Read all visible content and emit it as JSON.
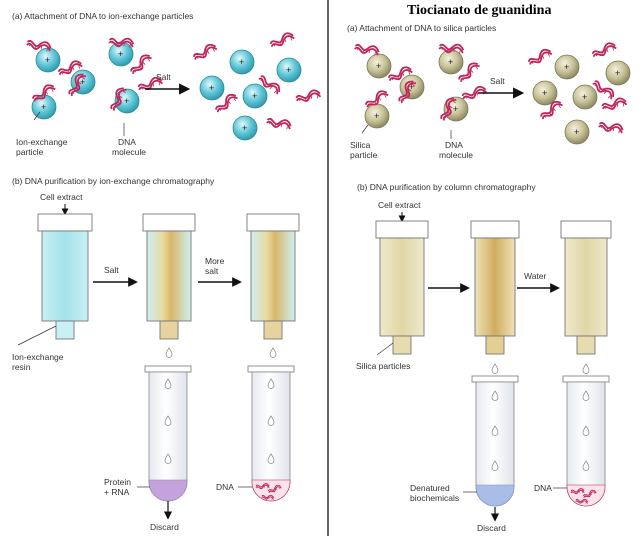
{
  "header": {
    "right_title": "Tiocianato de guanidina"
  },
  "left": {
    "panel_a": {
      "title": "(a) Attachment of DNA to ion-exchange particles",
      "arrow_label": "Salt",
      "particle_label_1": "Ion-exchange",
      "particle_label_2": "particle",
      "dna_label_1": "DNA",
      "dna_label_2": "molecule",
      "particle_sign": "+"
    },
    "panel_b": {
      "title": "(b) DNA purification by ion-exchange chromatography",
      "cell_extract": "Cell extract",
      "arrow1_label": "Salt",
      "arrow2_label_1": "More",
      "arrow2_label_2": "salt",
      "resin_label_1": "Ion-exchange",
      "resin_label_2": "resin",
      "protein_label_1": "Protein",
      "protein_label_2": "+ RNA",
      "dna_label": "DNA",
      "discard_label": "Discard"
    }
  },
  "right": {
    "panel_a": {
      "title": "(a) Attachment of DNA to silica particles",
      "arrow_label": "Salt",
      "particle_label_1": "Silica",
      "particle_label_2": "particle",
      "dna_label_1": "DNA",
      "dna_label_2": "molecule",
      "particle_sign": "+"
    },
    "panel_b": {
      "title": "(b) DNA purification by column chromatography",
      "cell_extract": "Cell extract",
      "arrow_label": "Water",
      "silica_label": "Silica particles",
      "denatured_label_1": "Denatured",
      "denatured_label_2": "biochemicals",
      "dna_label": "DNA",
      "discard_label": "Discard"
    }
  },
  "colors": {
    "ion_particle": "#5fc6d6",
    "silica_particle": "#c9c49a",
    "dna": "#c0245a",
    "column_blue": "#a9e4ea",
    "column_tan": "#e2d9a8",
    "column_gold": "#d6b56a",
    "protein_purple": "#c4a3dc",
    "denatured_blue": "#a9bde8",
    "divider": "#000000"
  }
}
